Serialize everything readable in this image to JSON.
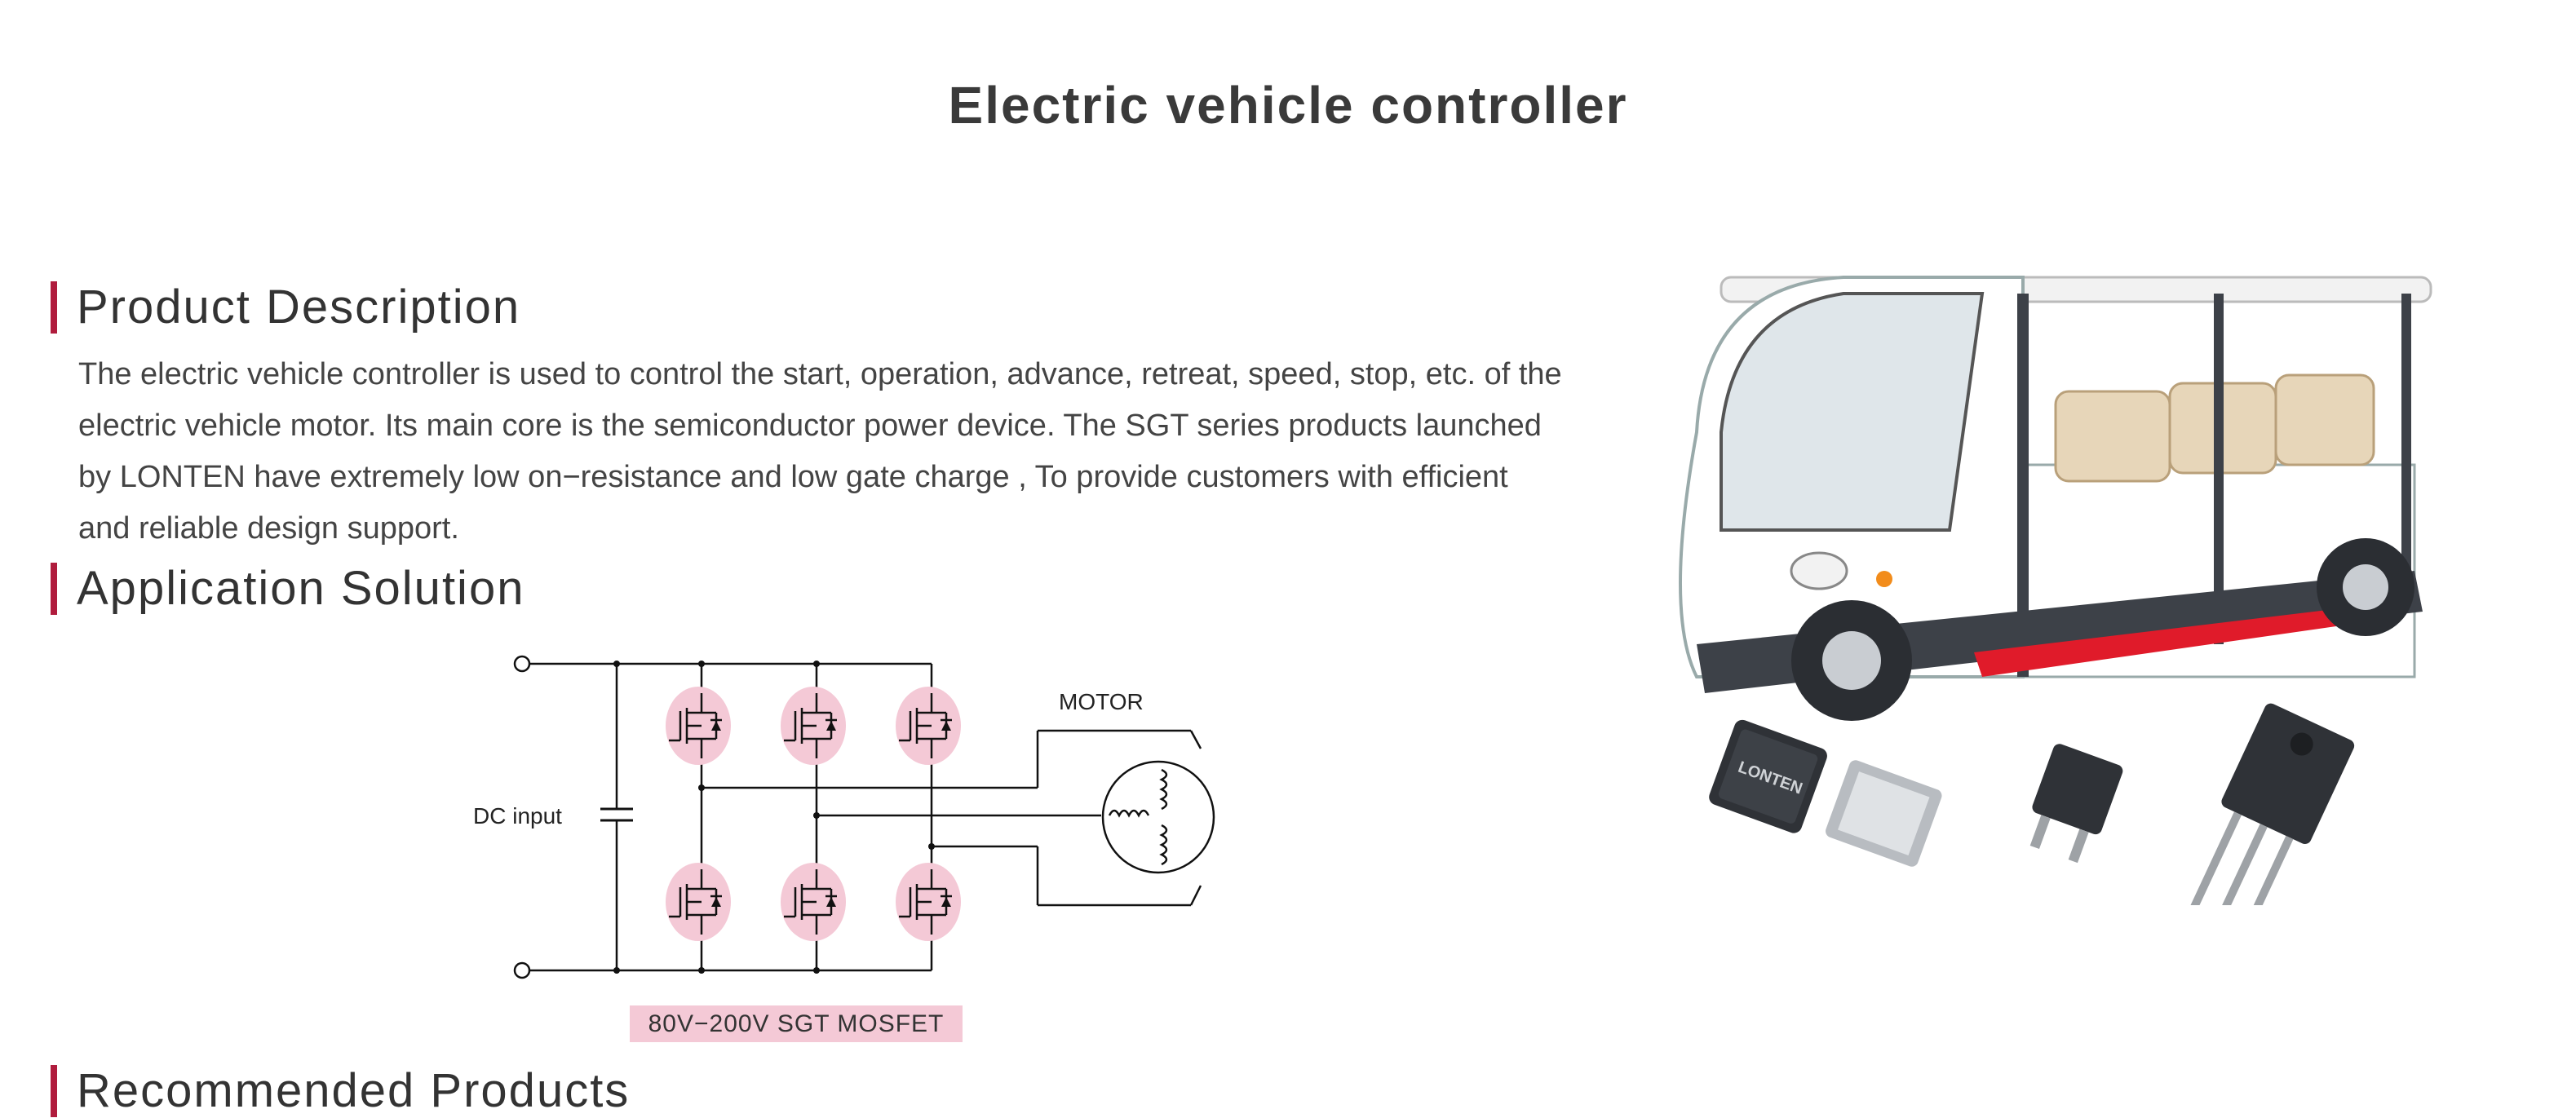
{
  "page": {
    "title": "Electric vehicle controller"
  },
  "sections": {
    "description": {
      "heading": "Product Description",
      "body": "The electric vehicle controller is used to control the start, operation, advance, retreat, speed, stop, etc. of the electric vehicle motor. Its main core is the semiconductor power device. The SGT series products launched by LONTEN have extremely low on−resistance and low gate charge , To provide customers with efficient and reliable design support."
    },
    "application": {
      "heading": "Application Solution",
      "diagram": {
        "dc_input_label": "DC input",
        "motor_label": "MOTOR",
        "part_label": "80V−200V  SGT MOSFET"
      }
    },
    "recommended": {
      "heading": "Recommended Products"
    }
  },
  "image": {
    "chip_brand": "LONTEN"
  },
  "colors": {
    "accent": "#b01c3d",
    "mosfet_highlight": "#f4c9d6",
    "title_text": "#3a3a3a",
    "body_text": "#444444"
  }
}
